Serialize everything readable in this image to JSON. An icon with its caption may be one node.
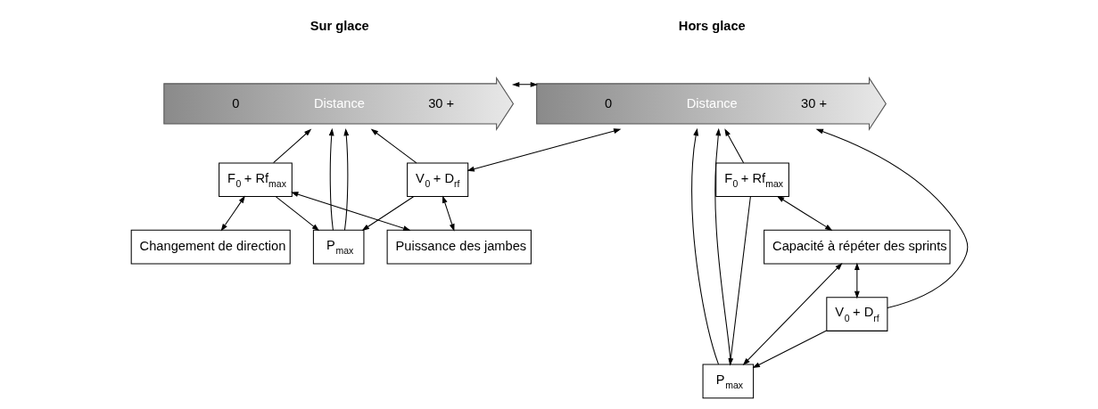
{
  "diagram": {
    "nodes": [
      {
        "text": [
          "0",
          "Distance",
          "30 +"
        ]
      },
      {
        "text": [
          "P$_{max}$"
        ]
      },
      {
        "text": [
          "F$_{0}$ + Rf$_{max}$"
        ]
      },
      {
        "text": [
          "V$_{0}$ + D$_{rf}$"
        ]
      },
      {
        "text": [
          "0",
          "Distance",
          "30 +"
        ]
      },
      {
        "text": [
          "Puissance des jambes"
        ]
      },
      {
        "text": [
          "Changement de direction"
        ]
      },
      {
        "text": [
          "Capacité à répéter des sprints"
        ]
      },
      {
        "text": [
          "P$_{max}$"
        ]
      },
      {
        "text": [
          "F$_{0}$ + Rf$_{max}$"
        ]
      },
      {
        "text": [
          "V$_{0}$ + D$_{rf}$"
        ]
      }
    ],
    "edges": [
      {
        "from": 1,
        "to": 0,
        "arrow": "to"
      },
      {
        "from": 1,
        "to": 0,
        "arrow": "to"
      },
      {
        "from": 2,
        "to": 0,
        "arrow": "to"
      },
      {
        "from": 2,
        "to": 1,
        "arrow": "to"
      },
      {
        "from": 3,
        "to": 1,
        "arrow": "to"
      },
      {
        "from": 3,
        "to": 0,
        "arrow": "to"
      },
      {
        "from": 0,
        "to": 4,
        "arrow": "both"
      },
      {
        "from": 3,
        "to": 4,
        "arrow": "both"
      },
      {
        "from": 3,
        "to": 5,
        "arrow": "both"
      },
      {
        "from": 2,
        "to": 5,
        "arrow": "both"
      },
      {
        "from": 2,
        "to": 6,
        "arrow": "both"
      },
      {
        "from": 8,
        "to": 4,
        "arrow": "to"
      },
      {
        "from": 8,
        "to": 4,
        "arrow": "to"
      },
      {
        "from": 9,
        "to": 4,
        "arrow": "to"
      },
      {
        "from": 9,
        "to": 8,
        "arrow": "to"
      },
      {
        "from": 10,
        "to": 8,
        "arrow": "to"
      },
      {
        "from": 10,
        "to": 4,
        "arrow": "to"
      },
      {
        "from": 9,
        "to": 7,
        "arrow": "both"
      },
      {
        "from": 7,
        "to": 8,
        "arrow": "both"
      },
      {
        "from": 7,
        "to": 10,
        "arrow": "both"
      }
    ],
    "labels": [
      "Sur glace",
      "Hors glace"
    ]
  }
}
